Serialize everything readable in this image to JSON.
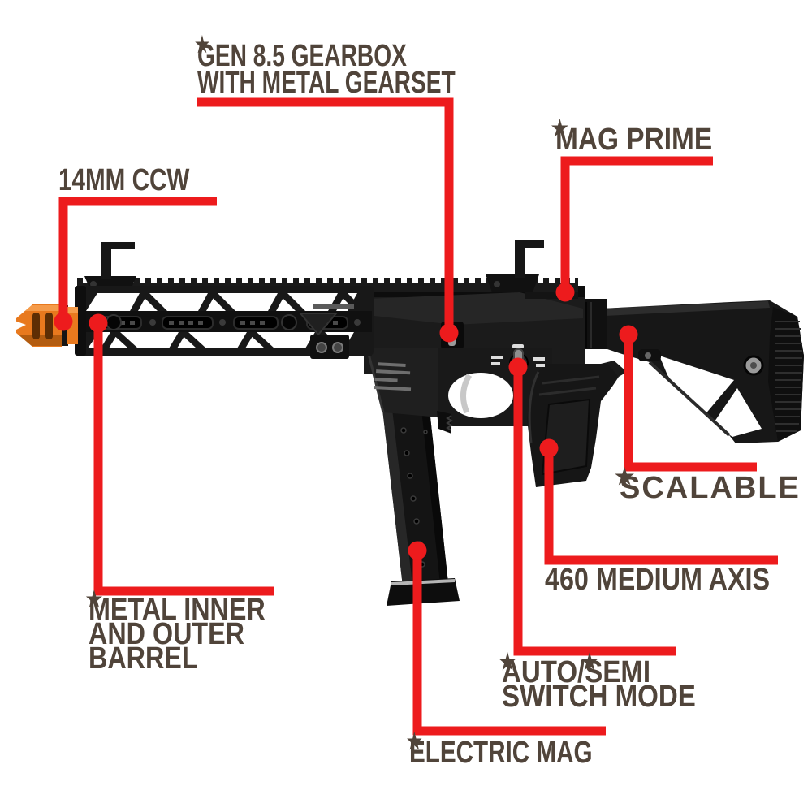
{
  "title": "Airsoft SMG feature callout diagram",
  "colors": {
    "background": "#ffffff",
    "callout_red": "#ed1b1d",
    "label_text": "#50443a",
    "muzzle_orange": "#e8791e",
    "gun_black": "#161616",
    "trigger_silver": "#c0c0c0"
  },
  "icons": {
    "star_glyph": "★"
  },
  "labels": {
    "gearbox": {
      "line1": "GEN 8.5 GEARBOX",
      "line2": "WITH METAL GEARSET"
    },
    "mag_prime": {
      "line1": "MAG PRIME"
    },
    "ccw": {
      "line1": "14MM CCW"
    },
    "scalable": {
      "line1": "SCALABLE"
    },
    "medium_axis": {
      "line1": "460 MEDIUM AXIS"
    },
    "metal_barrel": {
      "line1": "METAL INNER",
      "line2": "AND OUTER",
      "line3": "BARREL"
    },
    "auto_semi": {
      "line1": "AUTO/SEMI",
      "line2": "SWITCH MODE"
    },
    "electric_mag": {
      "line1": "ELECTRIC MAG"
    }
  }
}
